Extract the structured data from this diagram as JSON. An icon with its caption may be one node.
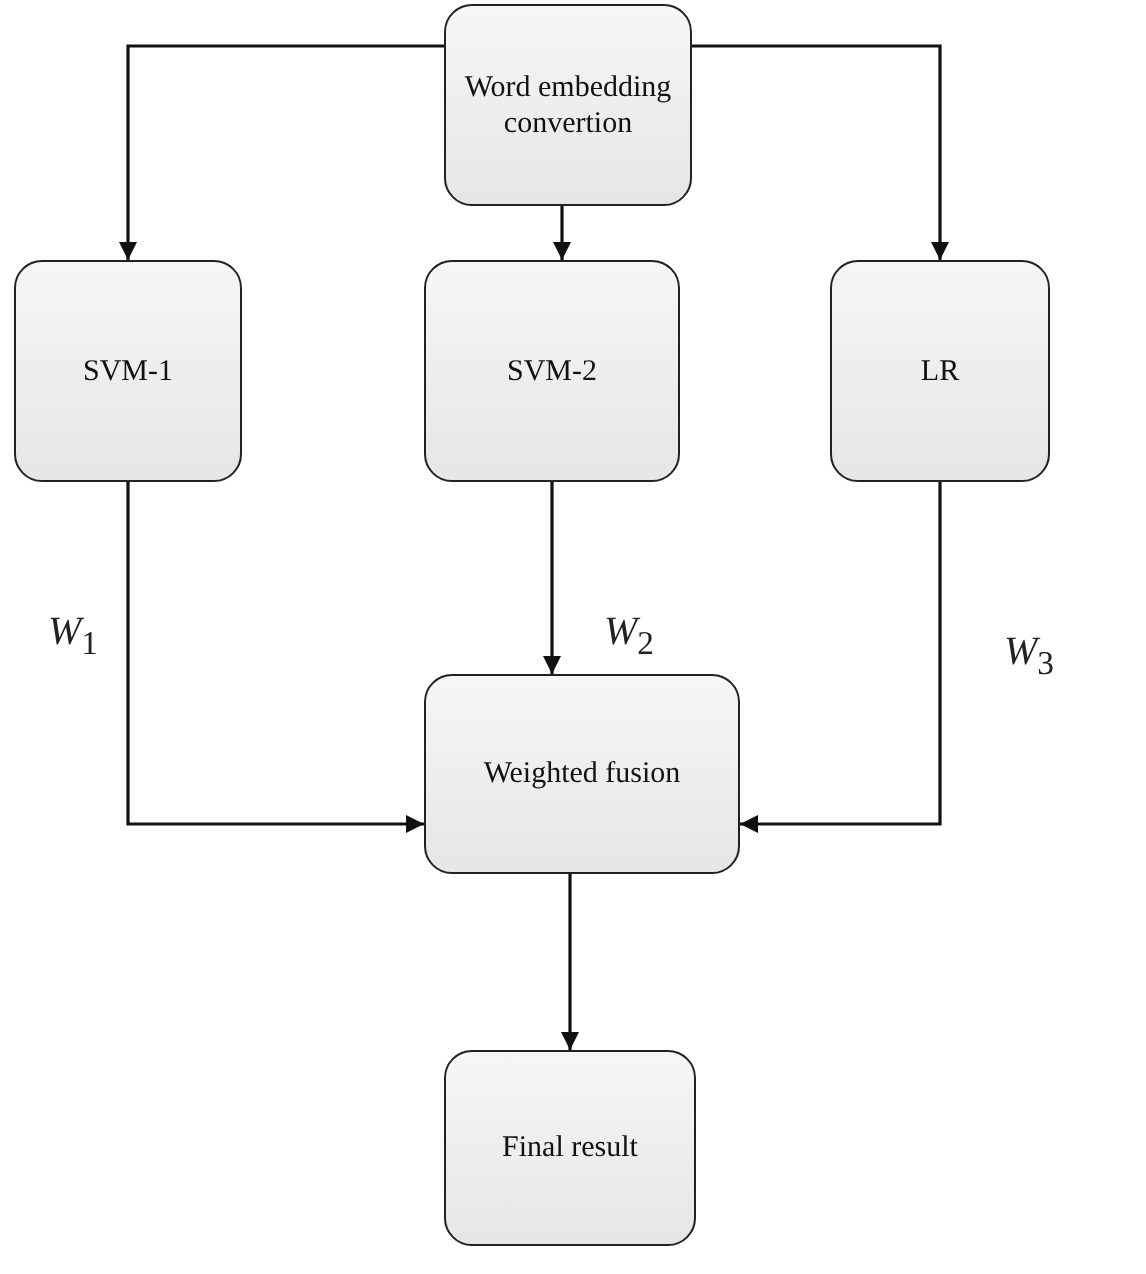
{
  "diagram": {
    "nodes": [
      {
        "text": [
          "Word embedding convertion"
        ]
      },
      {
        "text": [
          "SVM-1"
        ]
      },
      {
        "text": [
          "SVM-2"
        ]
      },
      {
        "text": [
          "LR"
        ]
      },
      {
        "text": [
          "Weighted fusion"
        ]
      },
      {
        "text": [
          "Final result"
        ]
      }
    ],
    "edges": [
      {
        "from": 0,
        "to": 1,
        "arrow": "to"
      },
      {
        "from": 0,
        "to": 2,
        "arrow": "to"
      },
      {
        "from": 0,
        "to": 3,
        "arrow": "to"
      },
      {
        "from": 1,
        "to": 4,
        "arrow": "to",
        "label": "*W*$_{1}$"
      },
      {
        "from": 2,
        "to": 4,
        "arrow": "to",
        "label": "*W*$_{2}$"
      },
      {
        "from": 3,
        "to": 4,
        "arrow": "to",
        "label": "*W*$_{3}$"
      },
      {
        "from": 4,
        "to": 5,
        "arrow": "to"
      }
    ]
  }
}
